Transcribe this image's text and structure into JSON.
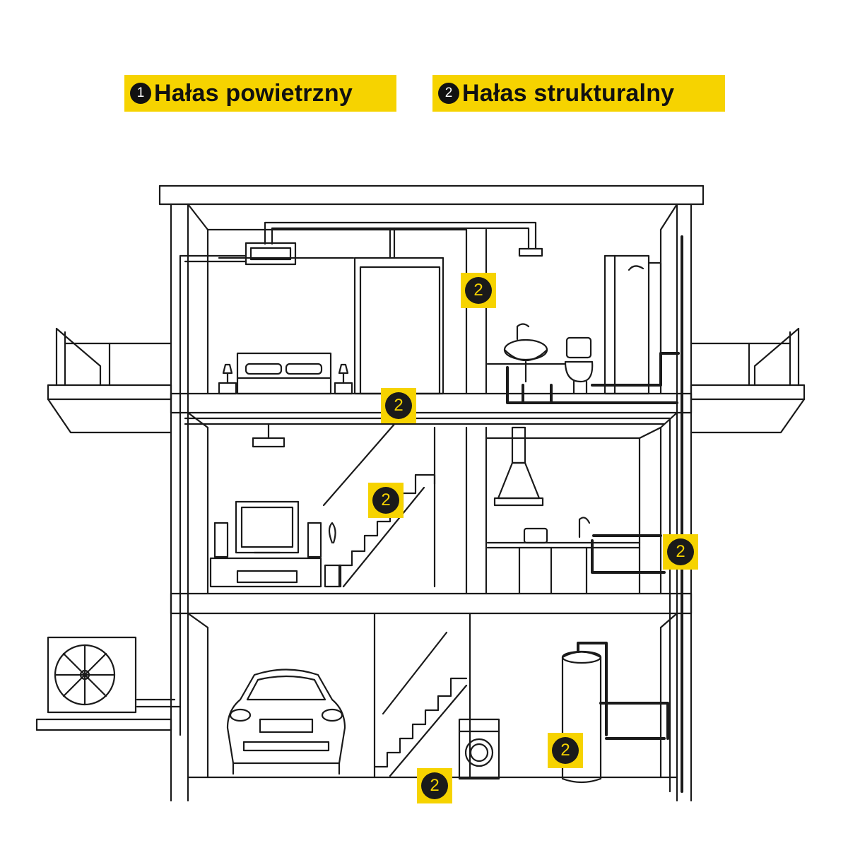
{
  "legend": {
    "airborne": {
      "number": "1",
      "label": "Hałas powietrzny"
    },
    "structural": {
      "number": "2",
      "label": "Hałas strukturalny"
    }
  },
  "markers": [
    {
      "id": "bathroom-wall",
      "label": "2"
    },
    {
      "id": "upper-floor-slab",
      "label": "2"
    },
    {
      "id": "stairs-upper",
      "label": "2"
    },
    {
      "id": "kitchen-pipes",
      "label": "2"
    },
    {
      "id": "water-heater",
      "label": "2"
    },
    {
      "id": "ground-floor",
      "label": "2"
    }
  ],
  "colors": {
    "accent": "#f6d300",
    "line": "#1a1a1a",
    "background": "#ffffff"
  }
}
